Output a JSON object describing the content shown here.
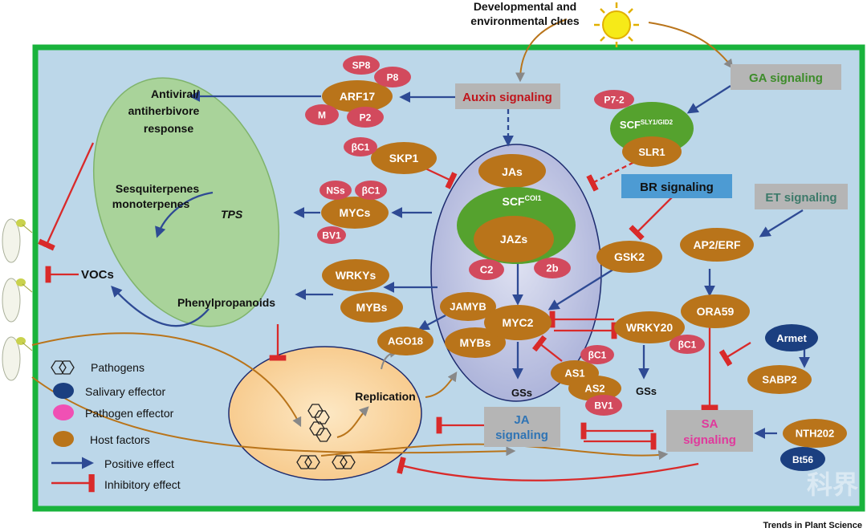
{
  "header": {
    "clue_line1": "Developmental and",
    "clue_line2": "environmental clues"
  },
  "signals": {
    "auxin": "Auxin signaling",
    "ga": "GA signaling",
    "br": "BR signaling",
    "et": "ET signaling",
    "ja_line1": "JA",
    "ja_line2": "signaling",
    "sa_line1": "SA",
    "sa_line2": "signaling"
  },
  "responses": {
    "antiviral_line1": "Antiviral/",
    "antiviral_line2": "antiherbivore",
    "antiviral_line3": "response",
    "sesqui_line1": "Sesquiterpenes",
    "sesqui_line2": "monoterpenes",
    "tps": "TPS",
    "phenyl": "Phenylpropanoids",
    "vocs": "VOCs",
    "replication": "Replication"
  },
  "host_factors": {
    "arf17": "ARF17",
    "skp1": "SKP1",
    "mycs": "MYCs",
    "wrkys": "WRKYs",
    "mybs_left": "MYBs",
    "jamyb": "JAMYB",
    "ago18": "AGO18",
    "mybs_center": "MYBs",
    "myc2": "MYC2",
    "jas": "JAs",
    "scf_coi1": "SCF",
    "scf_coi1_sup": "COI1",
    "jazs": "JAZs",
    "slr1": "SLR1",
    "scf_sly": "SCF",
    "scf_sly_sup": "SLY1/GID2",
    "gsk2": "GSK2",
    "ap2erf": "AP2/ERF",
    "ora59": "ORA59",
    "wrky20": "WRKY20",
    "as1": "AS1",
    "as2": "AS2",
    "sabp2": "SABP2",
    "nth202": "NTH202",
    "gss_center": "GSs",
    "gss_right": "GSs"
  },
  "pathogen_effectors": {
    "sp8": "SP8",
    "p8": "P8",
    "m": "M",
    "p2": "P2",
    "bc1_skp": "βC1",
    "nss": "NSs",
    "bc1_myc": "βC1",
    "bv1_myc": "BV1",
    "p7_2": "P7-2",
    "c2": "C2",
    "b2": "2b",
    "bc1_as": "βC1",
    "bv1_as": "BV1",
    "bc1_wrky": "βC1"
  },
  "salivary_effectors": {
    "armet": "Armet",
    "bt56": "Bt56"
  },
  "legend": {
    "pathogens": "Pathogens",
    "salivary": "Salivary effector",
    "pathogen_effector": "Pathogen effector",
    "host": "Host factors",
    "positive": "Positive effect",
    "inhibitory": "Inhibitory effect"
  },
  "watermark": "科界",
  "footer": {
    "credit": "Trends in Plant Science"
  },
  "colors": {
    "cell_border": "#19b33c",
    "cell_fill": "#bcd7e9",
    "host": "#b9741a",
    "pathogen_effector": "#d24a5d",
    "salivary": "#1b3f80",
    "positive_arrow": "#2e4a94",
    "inhibitory_arrow": "#d92a2a",
    "auxin_text": "#c0151c",
    "ga_text": "#3d8c2a",
    "ja_text": "#2f74b5",
    "sa_text": "#e0399c"
  }
}
